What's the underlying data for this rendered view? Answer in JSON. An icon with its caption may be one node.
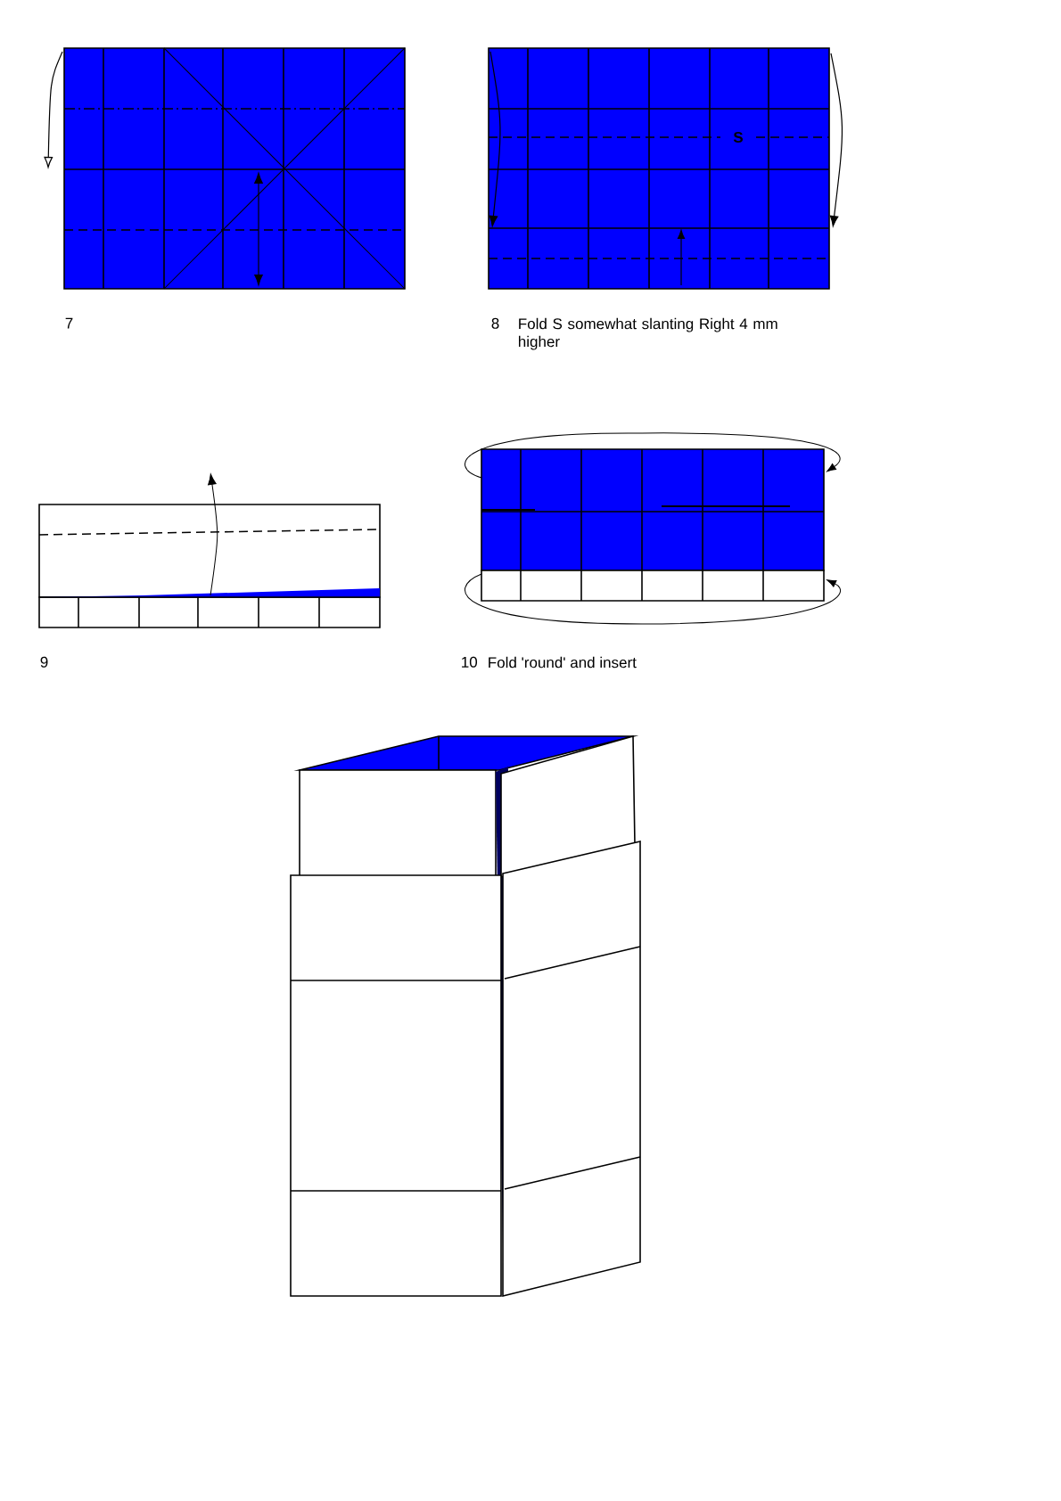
{
  "diagram": {
    "labels": [
      "7",
      "8",
      "Fold S somewhat slanting Right 4 mm higher",
      "S",
      "9",
      "10",
      "Fold 'round' and insert"
    ]
  }
}
